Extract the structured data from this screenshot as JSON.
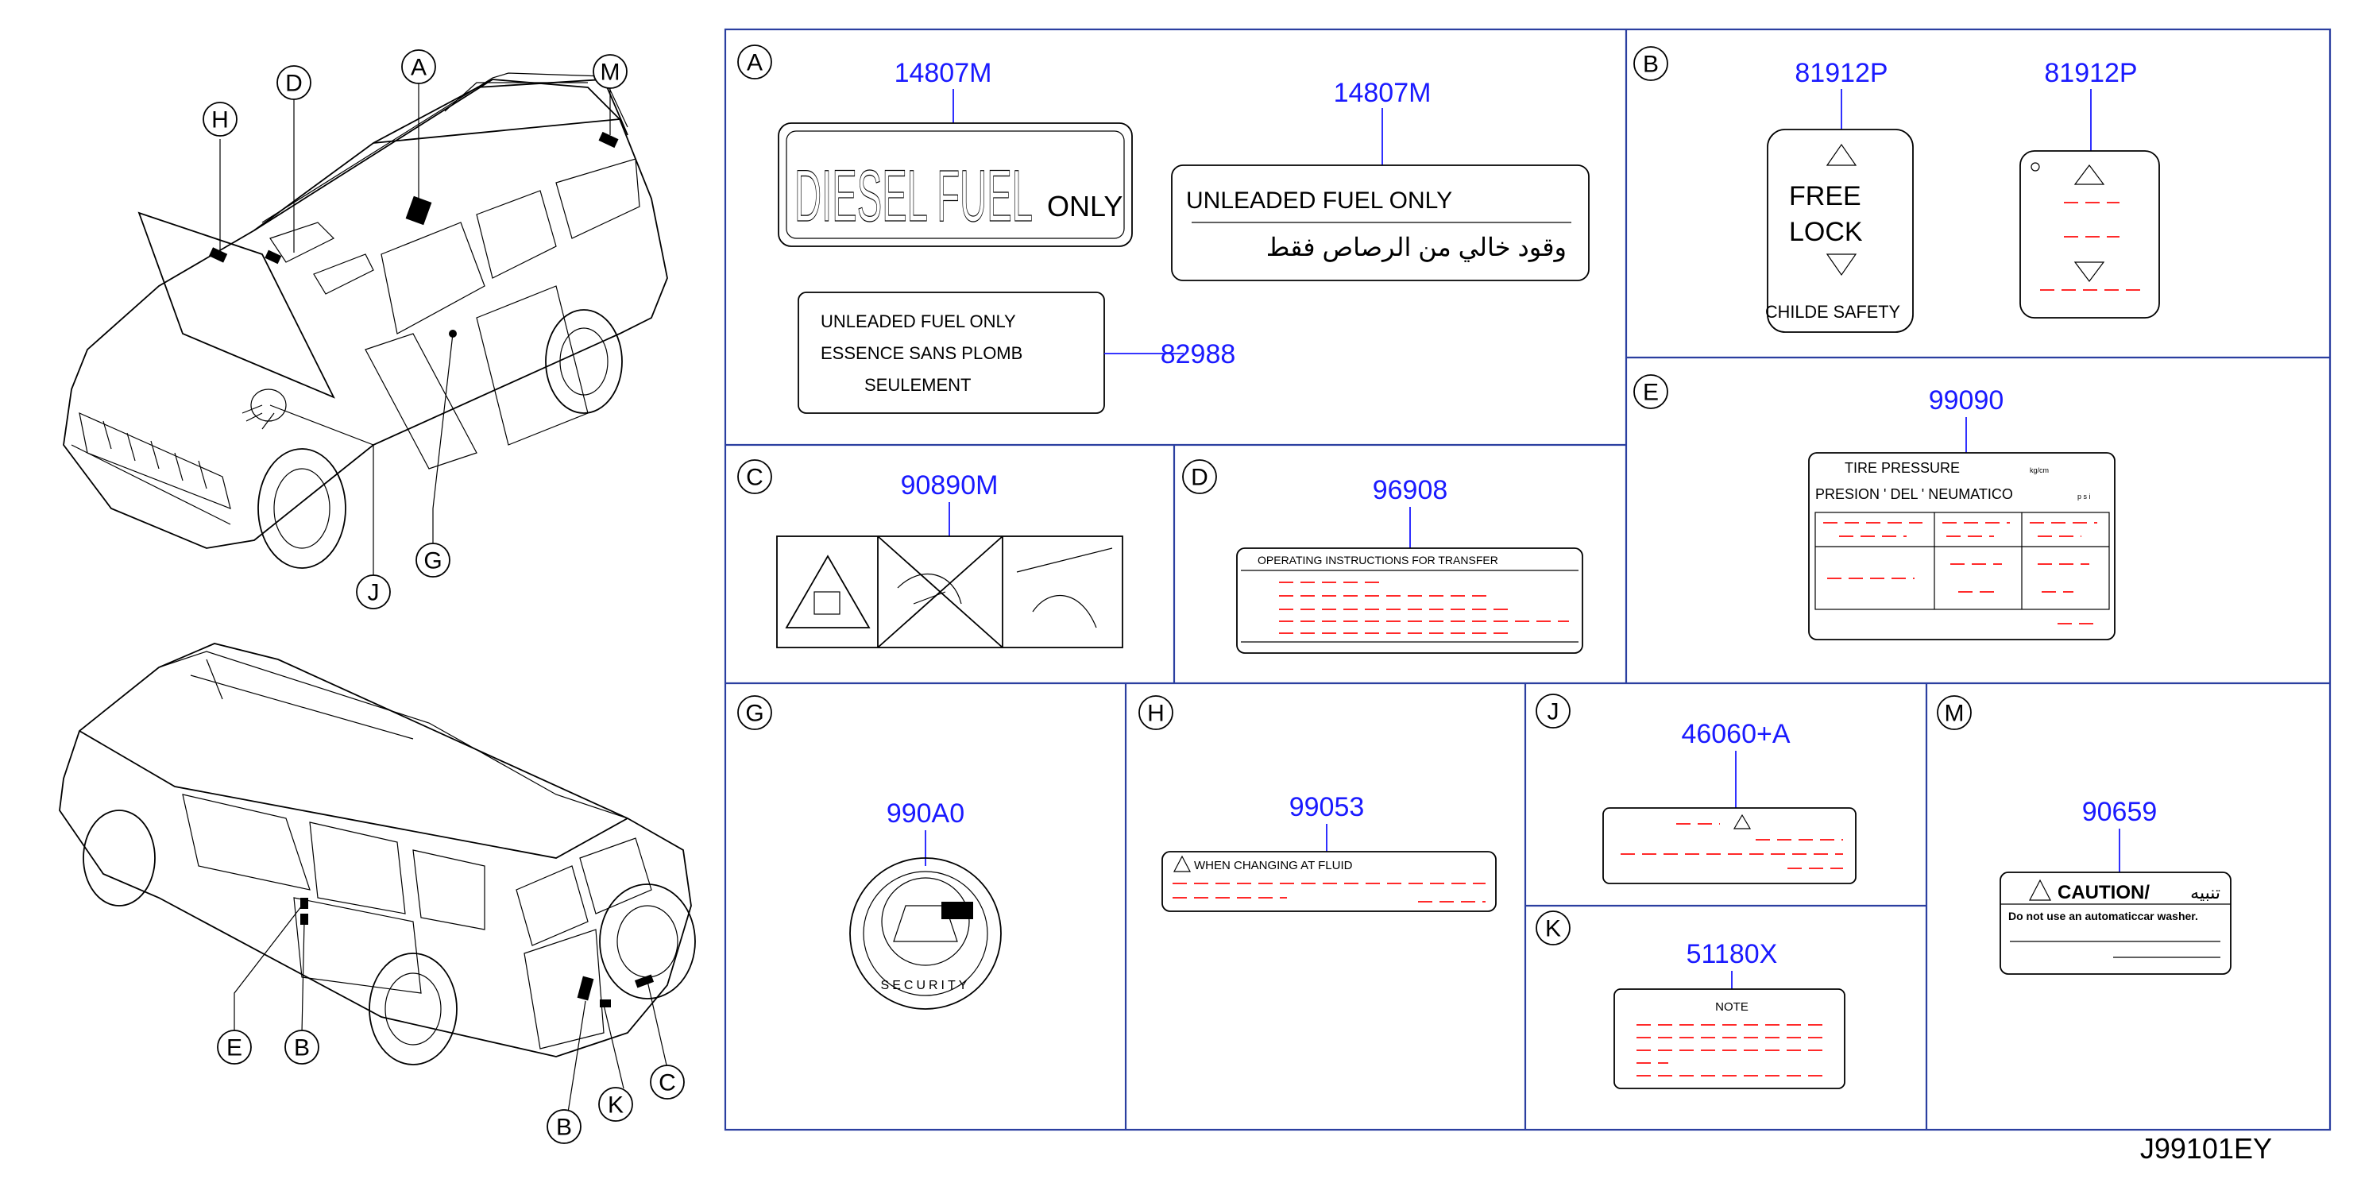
{
  "callouts": [
    "A",
    "B",
    "C",
    "D",
    "E",
    "G",
    "H",
    "J",
    "K",
    "M"
  ],
  "panels": {
    "A": {
      "letter": "A",
      "parts": [
        "14807M",
        "14807M",
        "82988"
      ]
    },
    "B": {
      "letter": "B",
      "parts": [
        "81912P",
        "81912P"
      ]
    },
    "C": {
      "letter": "C",
      "parts": [
        "90890M"
      ]
    },
    "D": {
      "letter": "D",
      "parts": [
        "96908"
      ]
    },
    "E": {
      "letter": "E",
      "parts": [
        "99090"
      ]
    },
    "G": {
      "letter": "G",
      "parts": [
        "990A0"
      ]
    },
    "H": {
      "letter": "H",
      "parts": [
        "99053"
      ]
    },
    "J": {
      "letter": "J",
      "parts": [
        "46060+A"
      ]
    },
    "K": {
      "letter": "K",
      "parts": [
        "51180X"
      ]
    },
    "M": {
      "letter": "M",
      "parts": [
        "90659"
      ]
    }
  },
  "labels": {
    "diesel_main": "DIESEL FUEL",
    "diesel_only": "ONLY",
    "unleaded": "UNLEADED   FUEL   ONLY",
    "arabic": "وقود خالي من الرصاص فقط",
    "multi_line1": "UNLEADED   FUEL   ONLY",
    "multi_line2": "ESSENCE   SANS   PLOMB",
    "multi_line3": "SEULEMENT",
    "free": "FREE",
    "lock": "LOCK",
    "childe": "CHILDE   SAFETY",
    "transfer": "OPERATING    INSTRUCTIONS    FOR    TRANSFER",
    "tire1": "TIRE     PRESSURE",
    "tire_unit": "kg/cm",
    "tire2": "PRESION   '   DEL   '   NEUMATICO",
    "tire_small": "p   s   i",
    "changing": "WHEN     CHANGING     AT     FLUID",
    "security": "SECURITY",
    "note": "NOTE",
    "caution": "CAUTION/",
    "caution_ar": "تنبيه",
    "washer": "Do not use an automaticcar washer."
  },
  "ref_code": "J99101EY"
}
